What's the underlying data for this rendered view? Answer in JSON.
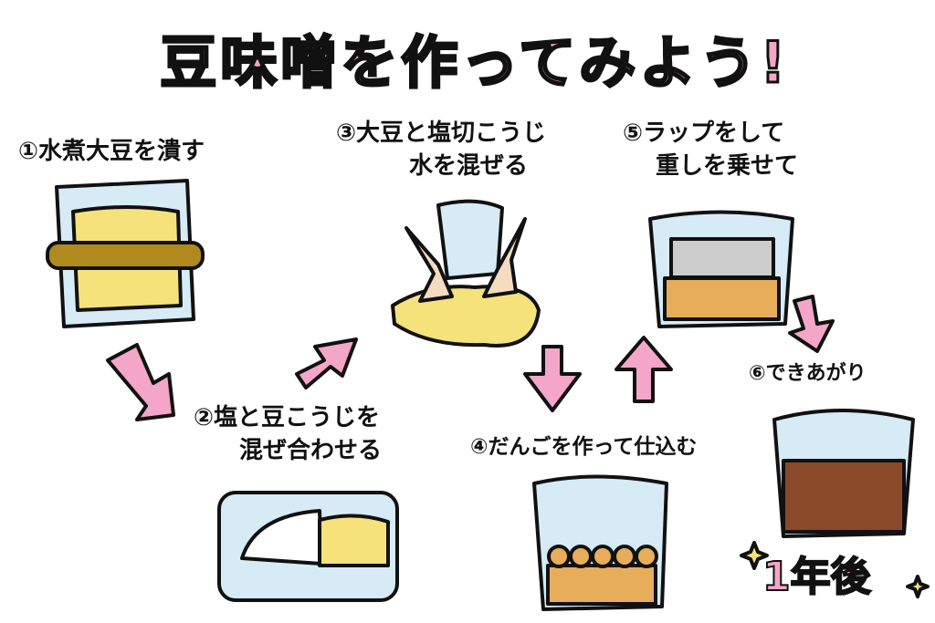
{
  "title": "豆味噌を作ってみよう!",
  "steps": [
    {
      "label": "①水煮大豆を潰す"
    },
    {
      "label": "②塩と豆こうじを",
      "label2": "混ぜ合わせる"
    },
    {
      "label": "③大豆と塩切こうじ",
      "label2": "水を混ぜる"
    },
    {
      "label": "④だんごを作って仕込む"
    },
    {
      "label": "⑤ラップをして",
      "label2": "重しを乗せて"
    },
    {
      "label": "⑥できあがり"
    }
  ],
  "later": "1年後",
  "colors": {
    "pink": "#f4a6c8",
    "soybean": "#f6e27a",
    "miso_young": "#e8ad5a",
    "miso_done": "#8a4a2a",
    "container": "#d6ebf5",
    "rolling_pin": "#b08a1e"
  }
}
